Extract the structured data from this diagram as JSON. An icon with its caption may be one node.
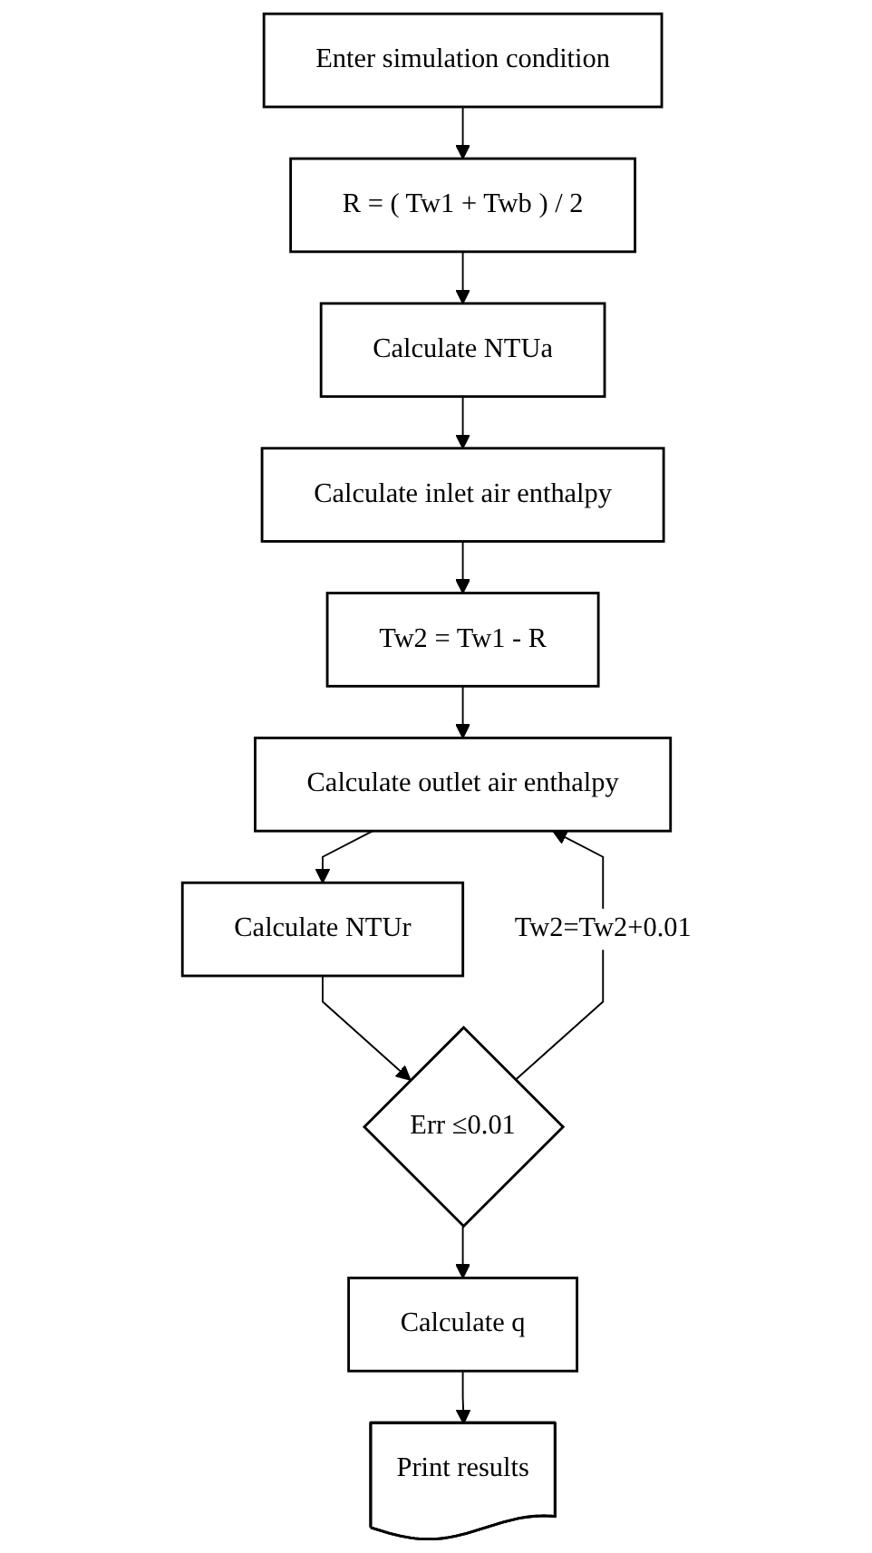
{
  "diagram": {
    "nodes": [
      {
        "text": [
          "Enter simulation condition"
        ]
      },
      {
        "text": [
          "R = ( Tw1 + Twb ) / 2"
        ]
      },
      {
        "text": [
          "Calculate NTUa"
        ]
      },
      {
        "text": [
          "Calculate inlet air enthalpy"
        ]
      },
      {
        "text": [
          "Tw2 = Tw1 - R"
        ]
      },
      {
        "text": [
          "Calculate outlet air enthalpy"
        ]
      },
      {
        "text": [
          "Calculate NTUr"
        ]
      },
      {
        "text": [
          "Err ≤0.01"
        ]
      },
      {
        "text": [
          "Calculate q"
        ]
      },
      {
        "text": [
          "Print results"
        ]
      }
    ],
    "edges": [
      {
        "from": 0,
        "to": 1,
        "arrow": "to"
      },
      {
        "from": 1,
        "to": 2,
        "arrow": "to"
      },
      {
        "from": 2,
        "to": 3,
        "arrow": "to"
      },
      {
        "from": 3,
        "to": 4,
        "arrow": "to"
      },
      {
        "from": 4,
        "to": 5,
        "arrow": "to"
      },
      {
        "from": 5,
        "to": 6,
        "arrow": "to"
      },
      {
        "from": 6,
        "to": 7,
        "arrow": "to"
      },
      {
        "from": 7,
        "to": 8,
        "arrow": "to"
      },
      {
        "from": 8,
        "to": 9,
        "arrow": "to"
      },
      {
        "from": 7,
        "to": 5,
        "arrow": "to",
        "label": "Tw2=Tw2+0.01"
      }
    ]
  }
}
